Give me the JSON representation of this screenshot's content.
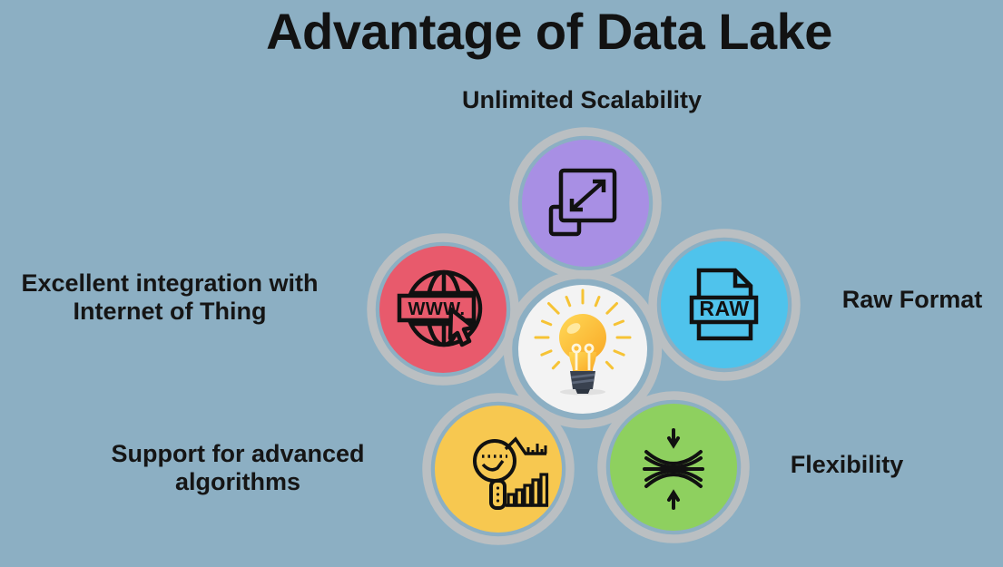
{
  "title": "Advantage of Data Lake",
  "colors": {
    "background": "#8cafc3",
    "ring": "#babfc2",
    "center_fill": "#f3f3f3",
    "text": "#151515"
  },
  "center": {
    "icon": "lightbulb-icon",
    "bulb": "#ffd957",
    "bulb_deep": "#f9a825",
    "highlight": "#ffe9a0",
    "base": "#39414f",
    "base_stripe": "#5c6679",
    "rays": "#f6c335"
  },
  "items": [
    {
      "label": "Unlimited Scalability",
      "color": "#a88fe4",
      "icon": "scale-icon"
    },
    {
      "label": "Raw Format",
      "color": "#4fc3ec",
      "icon": "raw-file-icon",
      "badge": "RAW"
    },
    {
      "label": "Flexibility",
      "color": "#8ed05f",
      "icon": "compress-icon"
    },
    {
      "label": "Support for advanced algorithms",
      "color": "#f7c850",
      "icon": "analytics-icon"
    },
    {
      "label": "Excellent integration with Internet of Thing",
      "color": "#e85a6c",
      "icon": "www-globe-icon",
      "badge": "WWW."
    }
  ]
}
